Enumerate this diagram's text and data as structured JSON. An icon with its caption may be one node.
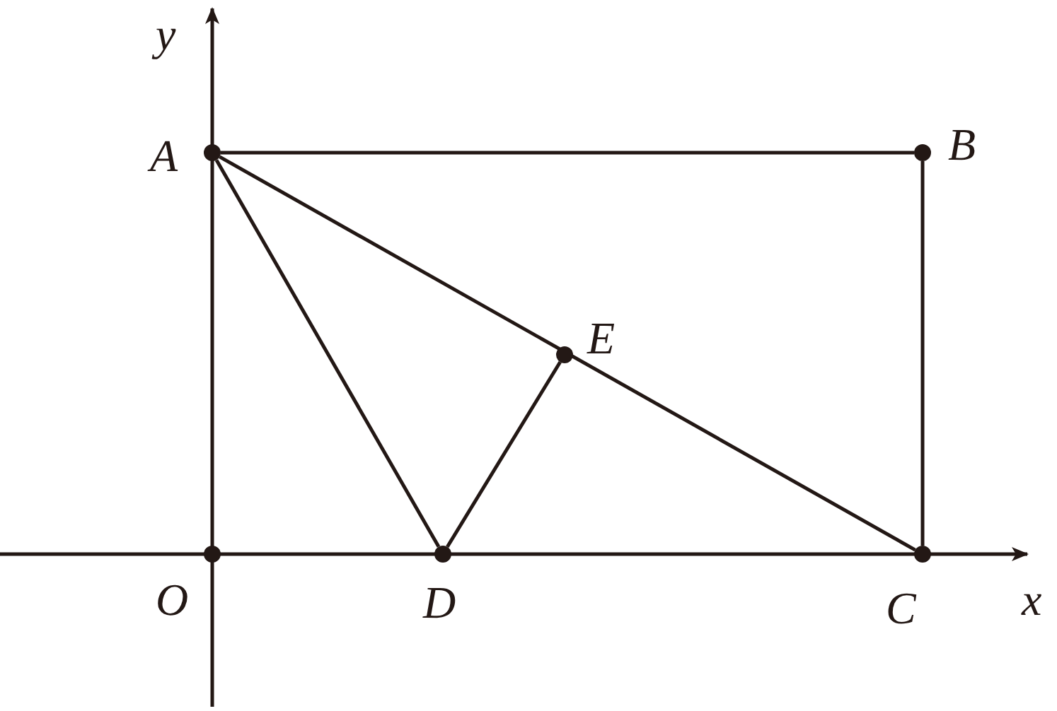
{
  "diagram": {
    "nodes": [
      {
        "text": [
          "A"
        ]
      },
      {
        "text": [
          "B"
        ]
      },
      {
        "text": [
          "E"
        ]
      },
      {
        "text": [
          "O"
        ]
      },
      {
        "text": [
          "D"
        ]
      },
      {
        "text": [
          "C"
        ]
      }
    ],
    "edges": [
      {
        "from": 0,
        "to": 1,
        "arrow": "none"
      },
      {
        "from": 1,
        "to": 5,
        "arrow": "none"
      },
      {
        "from": 0,
        "to": 5,
        "arrow": "none"
      },
      {
        "from": 0,
        "to": 4,
        "arrow": "none"
      },
      {
        "from": 4,
        "to": 2,
        "arrow": "none"
      }
    ],
    "labels": [
      "y",
      "x"
    ]
  }
}
